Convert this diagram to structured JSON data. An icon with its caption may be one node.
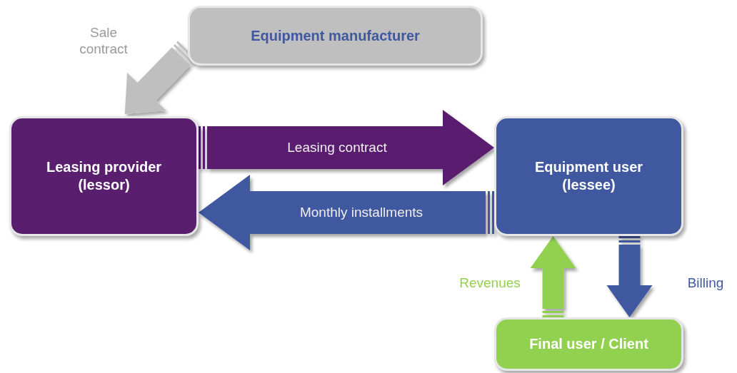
{
  "diagram": {
    "nodes": [
      {
        "text": [
          "Equipment manufacturer"
        ]
      },
      {
        "text": [
          "Leasing provider (lessor)"
        ]
      },
      {
        "text": [
          "Equipment user (lessee)"
        ]
      },
      {
        "text": [
          "Final user / Client"
        ]
      }
    ],
    "edges": [
      {
        "from": 0,
        "to": 1,
        "arrow": "to",
        "label": "Sale contract",
        "color": "#bfbfbf"
      },
      {
        "from": 1,
        "to": 2,
        "arrow": "to",
        "label": "Leasing contract",
        "color": "#5a1e6e"
      },
      {
        "from": 2,
        "to": 1,
        "arrow": "to",
        "label": "Monthly installments",
        "color": "#3f58a0"
      },
      {
        "from": 3,
        "to": 2,
        "arrow": "to",
        "label": "Revenues",
        "color": "#92d050"
      },
      {
        "from": 2,
        "to": 3,
        "arrow": "to",
        "label": "Billing",
        "color": "#3f58a0"
      }
    ]
  }
}
